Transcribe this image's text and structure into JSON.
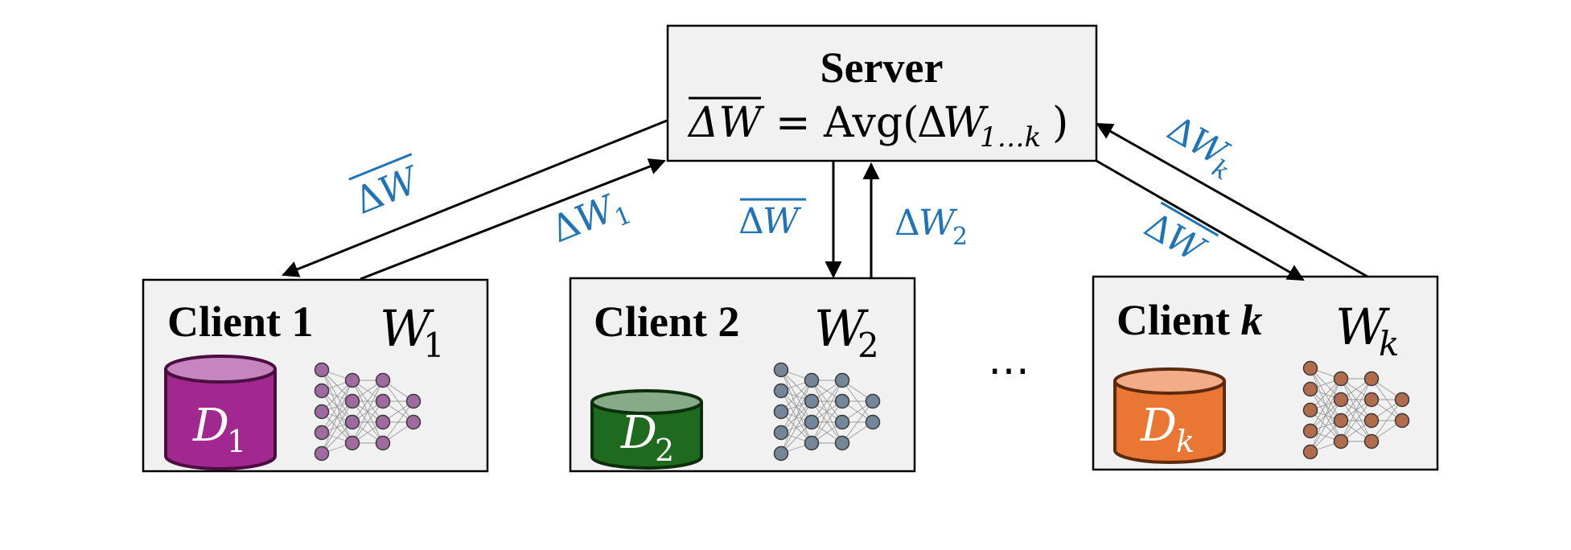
{
  "server": {
    "title": "Server",
    "eq_lhs": "ΔW",
    "eq_equals": "=",
    "eq_func": "Avg(",
    "eq_delta": "Δ",
    "eq_var": "W",
    "eq_sub": "1…k",
    "eq_close": ")"
  },
  "clients": [
    {
      "title_prefix": "Client",
      "title_index": "1",
      "weights_var": "W",
      "weights_sub": "1",
      "data_var": "D",
      "data_sub": "1"
    },
    {
      "title_prefix": "Client",
      "title_index": "2",
      "weights_var": "W",
      "weights_sub": "2",
      "data_var": "D",
      "data_sub": "2"
    },
    {
      "title_prefix": "Client",
      "title_index": "k",
      "weights_var": "W",
      "weights_sub": "k",
      "data_var": "D",
      "data_sub": "k"
    }
  ],
  "ellipsis": "⋯",
  "edge_labels": {
    "down": {
      "delta": "Δ",
      "var": "W"
    },
    "up": [
      {
        "delta": "Δ",
        "var": "W",
        "sub": "1"
      },
      {
        "delta": "Δ",
        "var": "W",
        "sub": "2"
      },
      {
        "delta": "Δ",
        "var": "W",
        "sub": "k"
      }
    ]
  },
  "colors": {
    "label_blue": "#1f73b7",
    "db1_body": "#a0288f",
    "db1_top": "#c785c0",
    "db2_body": "#1e6a1e",
    "db2_top": "#86ab86",
    "dbk_body": "#e97632",
    "dbk_top": "#f2ac87",
    "nn1": "#9e6aa0",
    "nn2": "#74879a",
    "nnk": "#b16c4d"
  }
}
